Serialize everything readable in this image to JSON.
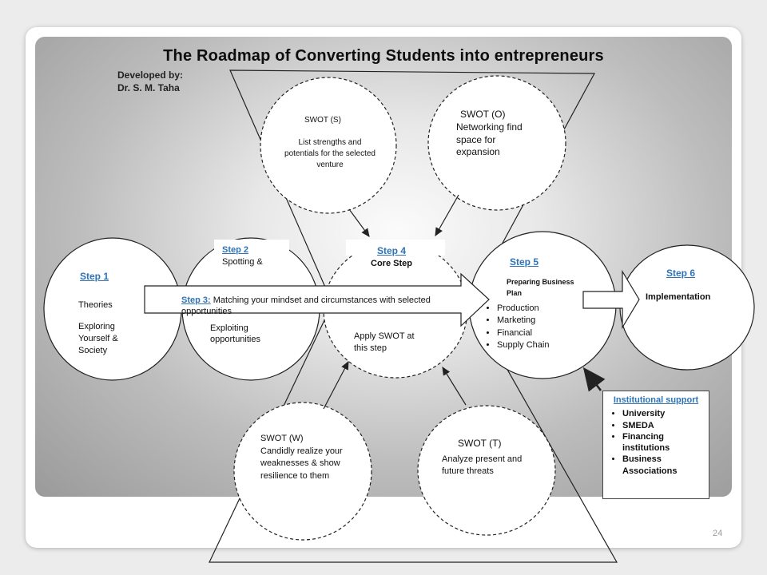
{
  "title": "The Roadmap of Converting Students into entrepreneurs",
  "developed_by": "Developed by:",
  "author": "Dr. S. M. Taha",
  "steps": {
    "step1": {
      "label": "Step 1",
      "lines": [
        "Theories",
        "Exploring Yourself & Society"
      ]
    },
    "step2": {
      "label": "Step 2",
      "line1": "Spotting &",
      "line2": "Exploiting opportunities"
    },
    "step3": {
      "label": "Step 3:",
      "text": "Matching your mindset and circumstances with selected opportunities"
    },
    "step4": {
      "label": "Step 4",
      "sub": "Core Step",
      "text": "Apply SWOT at this step"
    },
    "step5": {
      "label": "Step 5",
      "heading": "Preparing Business Plan",
      "items": [
        "Production",
        "Marketing",
        "Financial",
        "Supply Chain"
      ]
    },
    "step6": {
      "label": "Step 6",
      "text": "Implementation"
    }
  },
  "swot": {
    "s": {
      "title": "SWOT  (S)",
      "text": "List strengths and potentials for the selected venture"
    },
    "o": {
      "title": "SWOT (O)",
      "text": "Networking find space for expansion"
    },
    "w": {
      "title": "SWOT  (W)",
      "text": "Candidly realize your weaknesses & show resilience to them"
    },
    "t": {
      "title": "SWOT (T)",
      "text": "Analyze present and future threats"
    }
  },
  "institutional": {
    "heading": "Institutional support",
    "items": [
      "University",
      "SMEDA",
      "Financing institutions",
      "Business Associations"
    ]
  },
  "page_number": "24"
}
